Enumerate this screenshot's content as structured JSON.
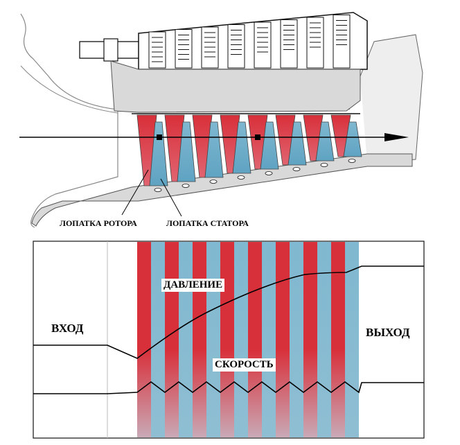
{
  "labels": {
    "rotor_blade": "ЛОПАТКА РОТОРА",
    "stator_blade": "ЛОПАТКА СТАТОРА",
    "inlet": "ВХОД",
    "outlet": "ВЫХОД",
    "pressure": "ДАВЛЕНИЕ",
    "velocity": "СКОРОСТЬ"
  },
  "colors": {
    "rotor": "#d8303a",
    "stator": "#7fb8d0",
    "casing": "#cfcfcf",
    "outline": "#111111"
  },
  "stages": 8
}
